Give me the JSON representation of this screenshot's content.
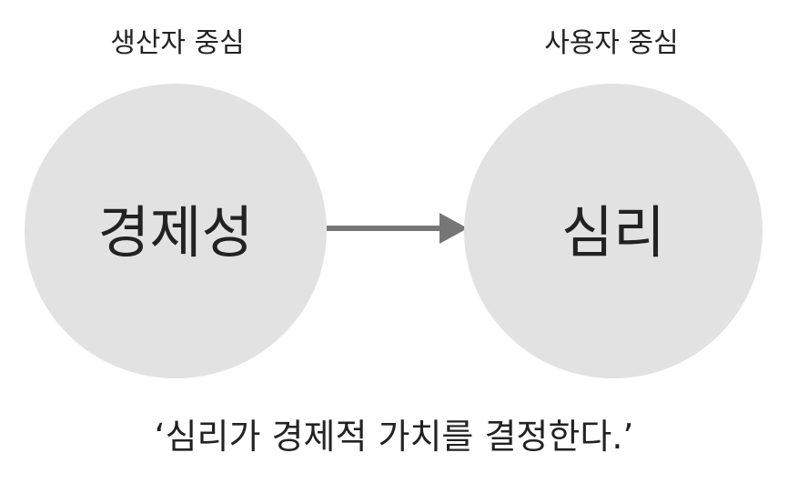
{
  "producer": {
    "heading": "생산자 중심",
    "center": "경제성"
  },
  "user": {
    "heading": "사용자 중심",
    "center": "심리"
  },
  "caption": "‘심리가 경제적 가치를 결정한다.’",
  "colors": {
    "circle": "#e2e2e2",
    "arrow": "#767676",
    "text": "#222222"
  }
}
